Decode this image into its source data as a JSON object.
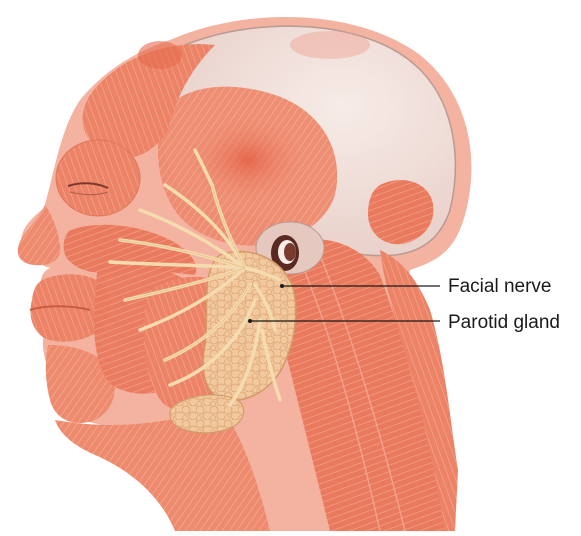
{
  "labels": {
    "facial_nerve": "Facial nerve",
    "parotid_gland": "Parotid gland"
  },
  "colors": {
    "muscle": "#ee8a6e",
    "muscle_dark": "#e0634a",
    "muscle_light": "#f6b6a2",
    "skull": "#f2e1dc",
    "skull_shade": "#d9c2bb",
    "nerve": "#f4dcb0",
    "gland": "#f2c79a",
    "gland_outline": "#d9a06e",
    "leader_line": "#1a1a1a"
  },
  "icons": {
    "illustration": "head-anatomy-illustration",
    "ear_canal": "ear-canal-icon"
  }
}
